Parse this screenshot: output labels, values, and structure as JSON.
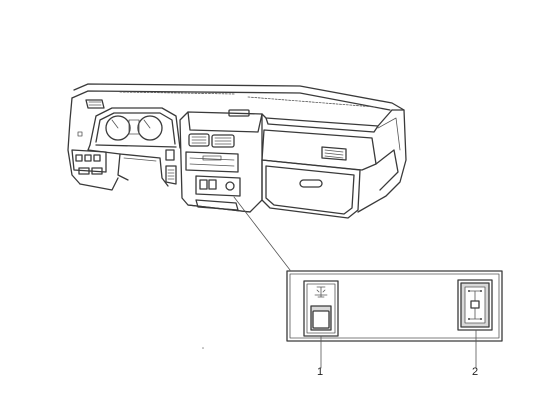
{
  "callouts": {
    "item_1": "1",
    "item_2": "2"
  },
  "icons": {
    "dashboard": "dashboard-illustration",
    "switch_1": "rocker-switch-icon",
    "switch_2": "four-wheel-drive-indicator-icon"
  },
  "colors": {
    "line": "#3a3a3a",
    "shade": "#d9d9d9",
    "background": "#ffffff"
  }
}
